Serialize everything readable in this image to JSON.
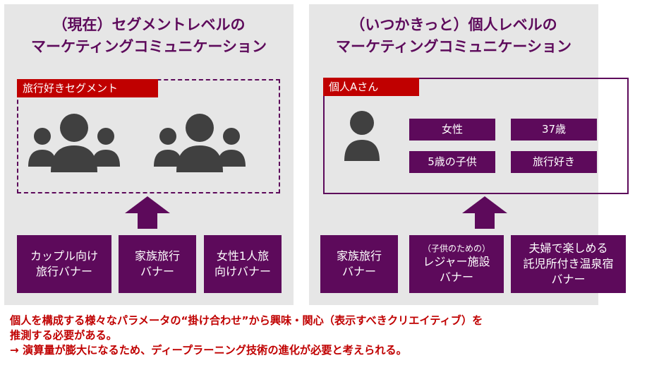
{
  "left_panel": {
    "title_line1": "（現在）セグメントレベルの",
    "title_line2": "マーケティングコミュニケーション",
    "segment_label": "旅行好きセグメント",
    "banners": [
      {
        "line1": "カップル向け",
        "line2": "旅行バナー"
      },
      {
        "line1": "家族旅行",
        "line2": "バナー"
      },
      {
        "line1": "女性1人旅",
        "line2": "向けバナー"
      }
    ]
  },
  "right_panel": {
    "title_line1": "（いつかきっと）個人レベルの",
    "title_line2": "マーケティングコミュニケーション",
    "person_label": "個人Aさん",
    "attributes": [
      "女性",
      "37歳",
      "5歳の子供",
      "旅行好き"
    ],
    "banners": [
      {
        "line1": "家族旅行",
        "line2": "バナー"
      },
      {
        "note": "（子供のための）",
        "line1": "レジャー施設",
        "line2": "バナー"
      },
      {
        "line1": "夫婦で楽しめる",
        "line2": "託児所付き温泉宿",
        "line3": "バナー"
      }
    ]
  },
  "footer": {
    "line1": "個人を構成する様々なパラメータの“掛け合わせ”から興味・関心（表示すべきクリエイティブ）を",
    "line2": "推測する必要がある。",
    "line3": "→ 演算量が膨大になるため、ディープラーニング技術の進化が必要と考えられる。"
  },
  "colors": {
    "panel_background": "#e6e6e6",
    "accent_purple": "#5d0a5b",
    "label_red": "#c00000",
    "icon_gray": "#404040"
  },
  "icons": {
    "group": "people-group-icon",
    "person": "person-icon",
    "arrow": "up-arrow-icon"
  }
}
